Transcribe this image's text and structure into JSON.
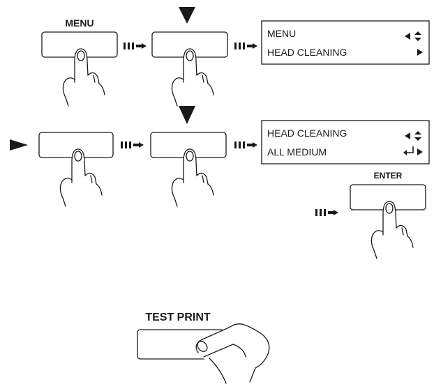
{
  "labels": {
    "menu": "MENU",
    "enter": "ENTER",
    "test_print": "TEST PRINT"
  },
  "screens": [
    {
      "line1": "MENU",
      "line2": "HEAD CLEANING"
    },
    {
      "line1": "HEAD CLEANING",
      "line2": "ALL  MEDIUM"
    }
  ],
  "colors": {
    "ink": "#1a1a1a",
    "background": "#ffffff"
  },
  "icons": [
    "down-arrow-icon",
    "right-arrow-icon",
    "dashed-arrow-icon",
    "pointing-hand-icon",
    "up-down-arrow-icon",
    "enter-arrow-icon"
  ]
}
